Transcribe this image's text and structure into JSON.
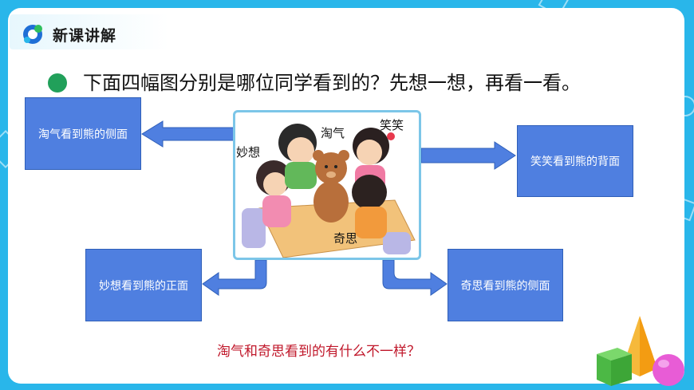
{
  "section": {
    "title": "新课讲解",
    "logo_icon": "logo-icon"
  },
  "question": "下面四幅图分别是哪位同学看到的？先想一想，再看一看。",
  "photo": {
    "labels": {
      "miaoxiang": "妙想",
      "taoqi": "淘气",
      "xiaoxiao": "笑笑",
      "qisi": "奇思"
    }
  },
  "boxes": {
    "left_top": "淘气看到熊的侧面",
    "right_top": "笑笑看到熊的背面",
    "left_bottom": "妙想看到熊的正面",
    "right_bottom": "奇思看到熊的侧面"
  },
  "bottom_question": "淘气和奇思看到的有什么不一样？",
  "colors": {
    "frame": "#29b6ea",
    "box": "#4f7fe0",
    "bullet": "#21a05a",
    "bottom_text": "#c0172a"
  }
}
